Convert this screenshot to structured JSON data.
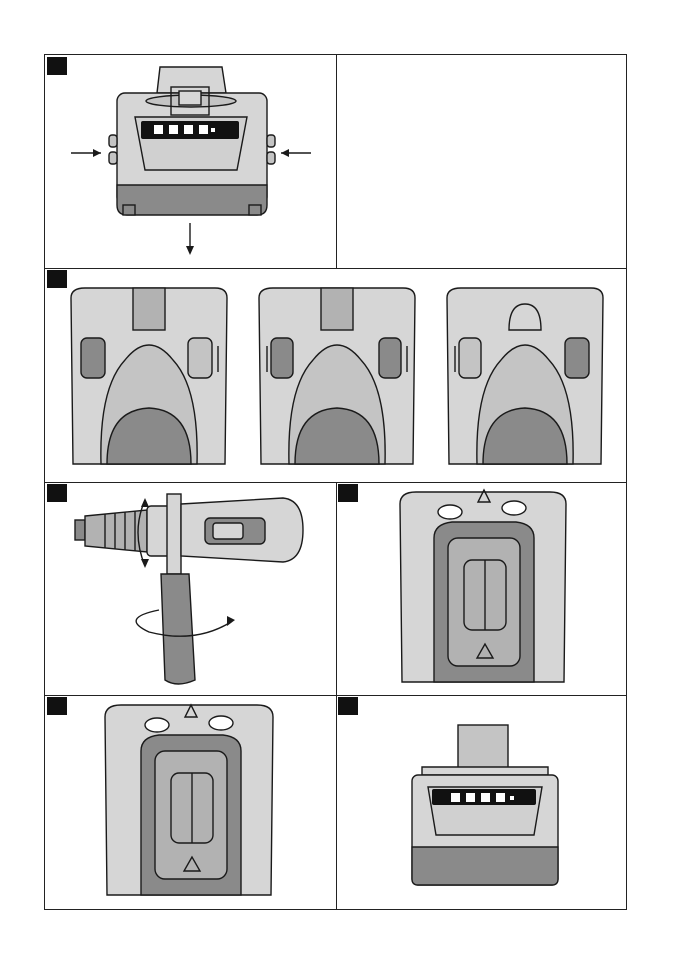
{
  "panels": [
    {
      "id": "panel-1",
      "figure": "battery-pack-release"
    },
    {
      "id": "panel-2",
      "figure": "forward-reverse-switch-positions"
    },
    {
      "id": "panel-3",
      "figure": "side-handle-rotation"
    },
    {
      "id": "panel-4",
      "figure": "gear-selector-high"
    },
    {
      "id": "panel-5",
      "figure": "gear-selector-low"
    },
    {
      "id": "panel-6",
      "figure": "battery-pack-charge-indicator"
    }
  ],
  "colors": {
    "light_gray": "#d6d6d6",
    "mid_gray": "#b2b2b2",
    "dark_gray": "#8a8a8a",
    "outline": "#1a1a1a"
  }
}
